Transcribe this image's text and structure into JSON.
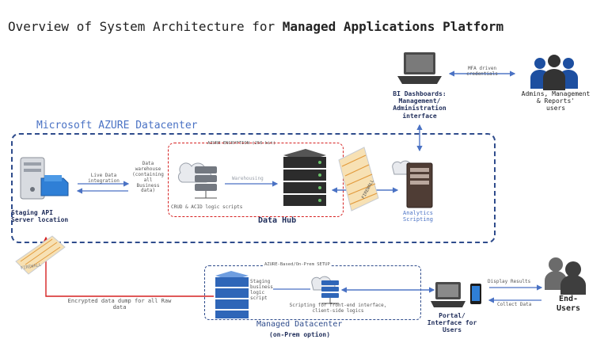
{
  "title": {
    "prefix": "Overview of System Architecture for ",
    "emphasis": "Managed Applications Platform"
  },
  "containers": {
    "azure": "Microsoft AZURE Datacenter",
    "encryption": "AZURE ENCRYPTION (256 bit)",
    "onprem_setup": "AZURE-Based/On-Prem SETUP",
    "managed_dc": "Managed Datacenter",
    "onprem_option": "(on-Prem option)"
  },
  "nodes": {
    "staging": "Staging API\nServer location",
    "crud": "CRUD & ACID logic scripts",
    "data_hub": "Data Hub",
    "firewall": "FIREWALL",
    "firewall2": "FIREWALL",
    "analytics": "Analytics\nScripting",
    "bi": "BI Dashboards:\nManagement/\nAdministration\ninterface",
    "admins": "Admins, Management\n& Reports'\nusers",
    "staging_logic": "Staging\nbusiness\nlogic\nscript",
    "frontend": "Scripting for front-end interface,\nclient-side logics",
    "portal": "Portal/\nInterface for\nUsers",
    "end_users": "End-\nUsers"
  },
  "edges": {
    "live_data": "Live Data\nintegration",
    "warehouse": "Data\nwarehouse\n(containing\nall\nBusiness\ndata)",
    "warehousing": "Warehousing",
    "mfa": "MFA driven\ncredentials",
    "encrypted_dump": "Encrypted data dump for all Raw\ndata",
    "display": "Display Results",
    "collect": "Collect Data"
  },
  "colors": {
    "container": "#2f4c8c",
    "arrow": "#4a72c4",
    "encryption": "#d62222"
  }
}
